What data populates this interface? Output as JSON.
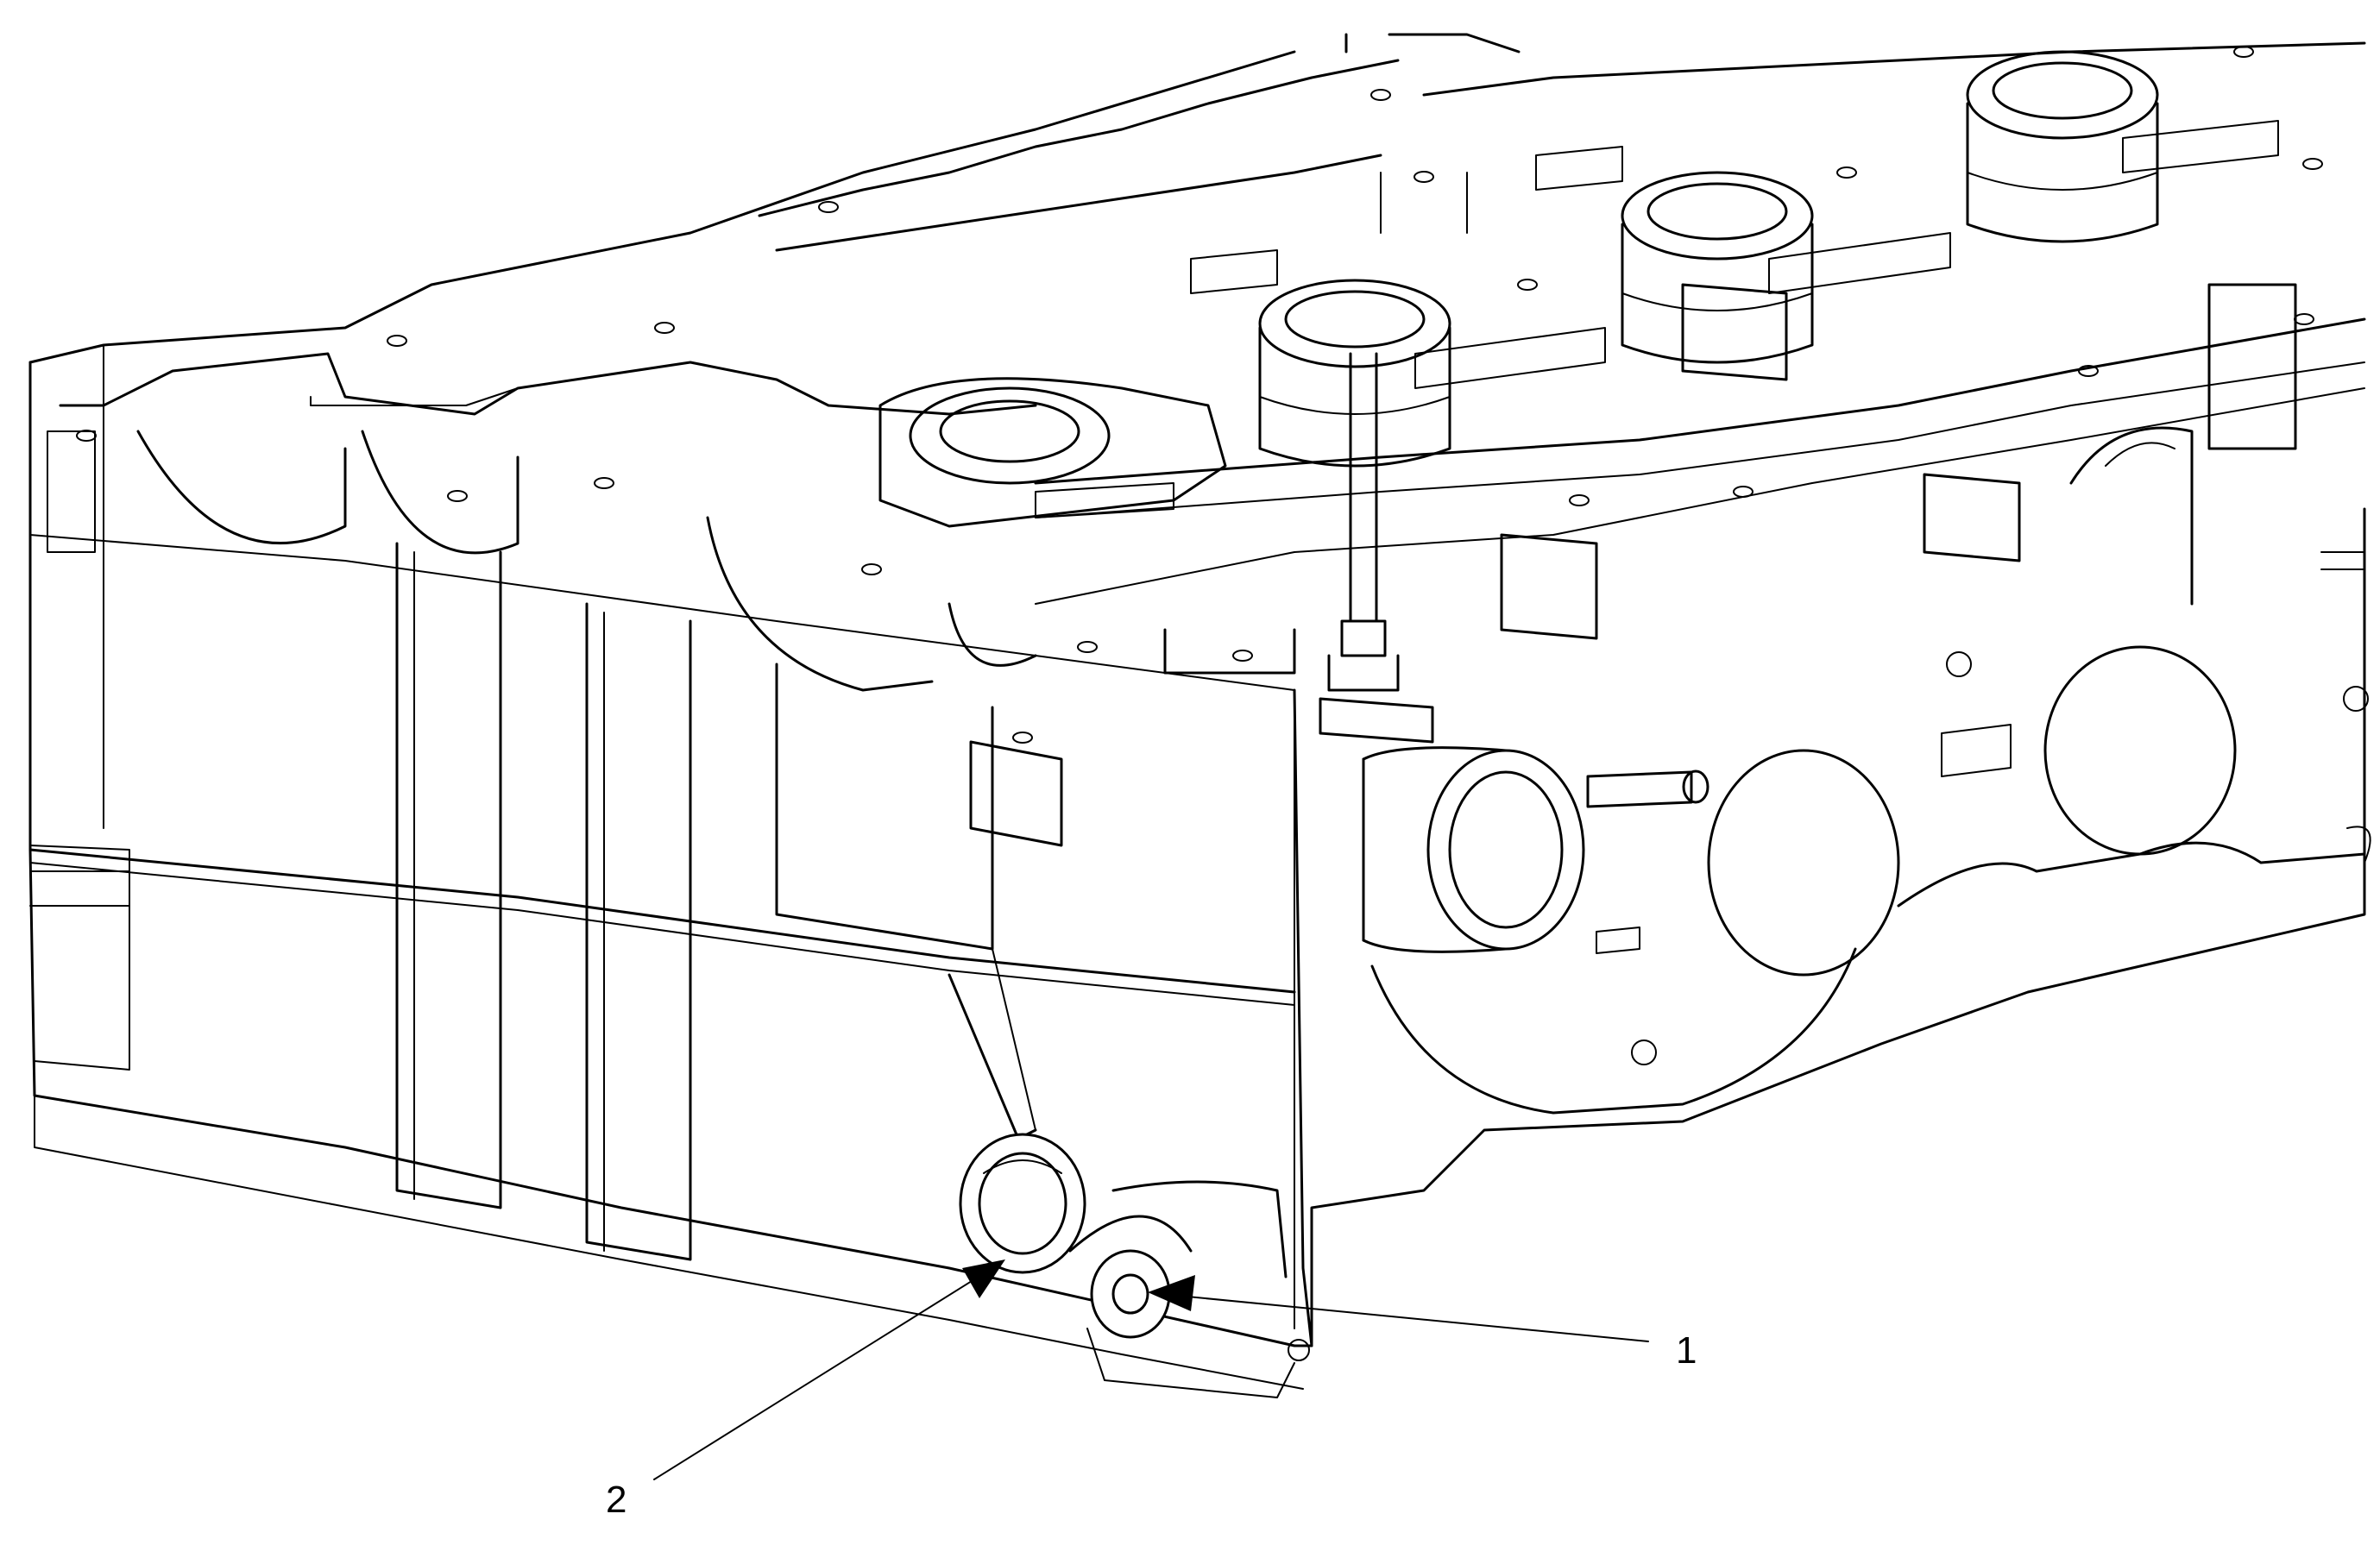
{
  "diagram": {
    "subject": "cylinder-head",
    "callouts": [
      {
        "id": "1",
        "label": "1",
        "target": "small-port-hole"
      },
      {
        "id": "2",
        "label": "2",
        "target": "large-port-bore"
      }
    ]
  },
  "colors": {
    "line": "#000000",
    "background": "#ffffff"
  }
}
